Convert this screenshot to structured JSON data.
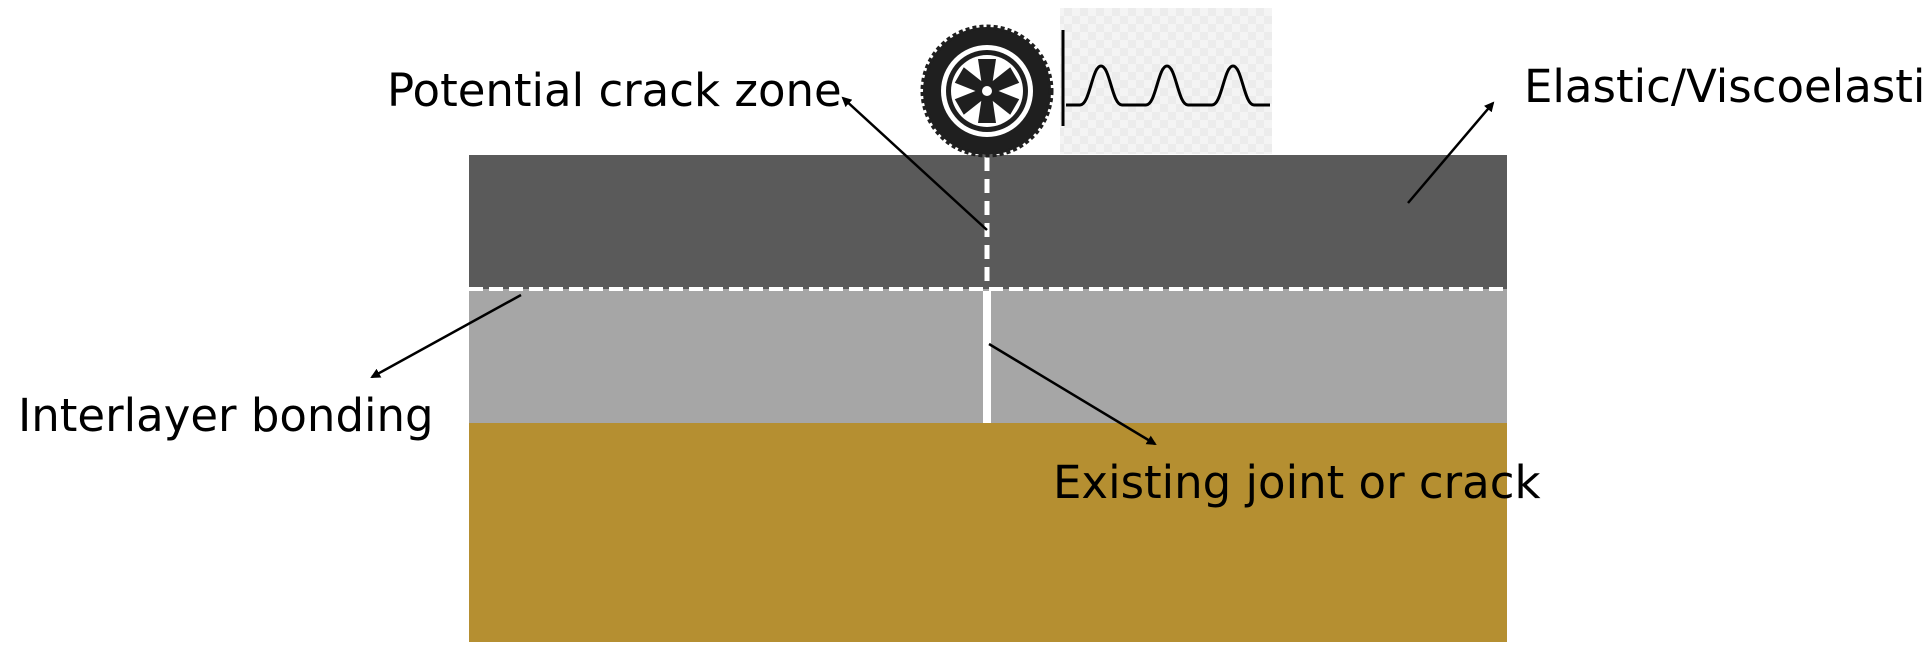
{
  "labels": {
    "potential_crack_zone": "Potential crack zone",
    "elastic_viscoelastic": "Elastic/Viscoelastic",
    "interlayer_bonding": "Interlayer bonding",
    "existing_joint_or_crack": "Existing joint or crack"
  },
  "icons": {
    "wheel": "tire-wheel-icon",
    "load": "cyclic-load-wave-icon"
  },
  "colors": {
    "overlay_layer": "#5a5a5a",
    "existing_pavement_layer": "#a6a6a6",
    "base_layer": "#b58f31",
    "interface_line": "#ffffff",
    "tire": "#1f1f1f",
    "arrow": "#000000"
  }
}
